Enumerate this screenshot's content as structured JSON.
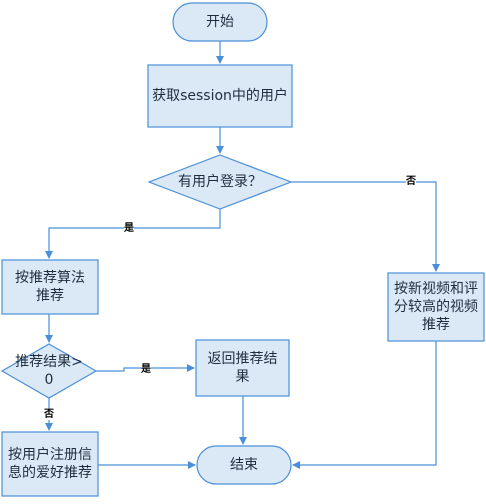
{
  "colors": {
    "node_fill": "#dbe9f7",
    "node_stroke": "#4a90d9",
    "edge": "#4a90d9",
    "text": "#1f2d3d"
  },
  "nodes": {
    "start": "开始",
    "get_user": "获取session中的用户",
    "logged_in": "有用户登录？",
    "algo_recommend": "按推荐算法推荐",
    "result_check": "推荐结果>0",
    "return_result": "返回推荐结果",
    "interest_recommend": "按用户注册信息的爱好推荐",
    "new_rated": "按新视频和评分较高的视频推荐",
    "end": "结束"
  },
  "edge_labels": {
    "login_yes": "是",
    "login_no": "否",
    "result_yes": "是",
    "result_no": "否"
  }
}
